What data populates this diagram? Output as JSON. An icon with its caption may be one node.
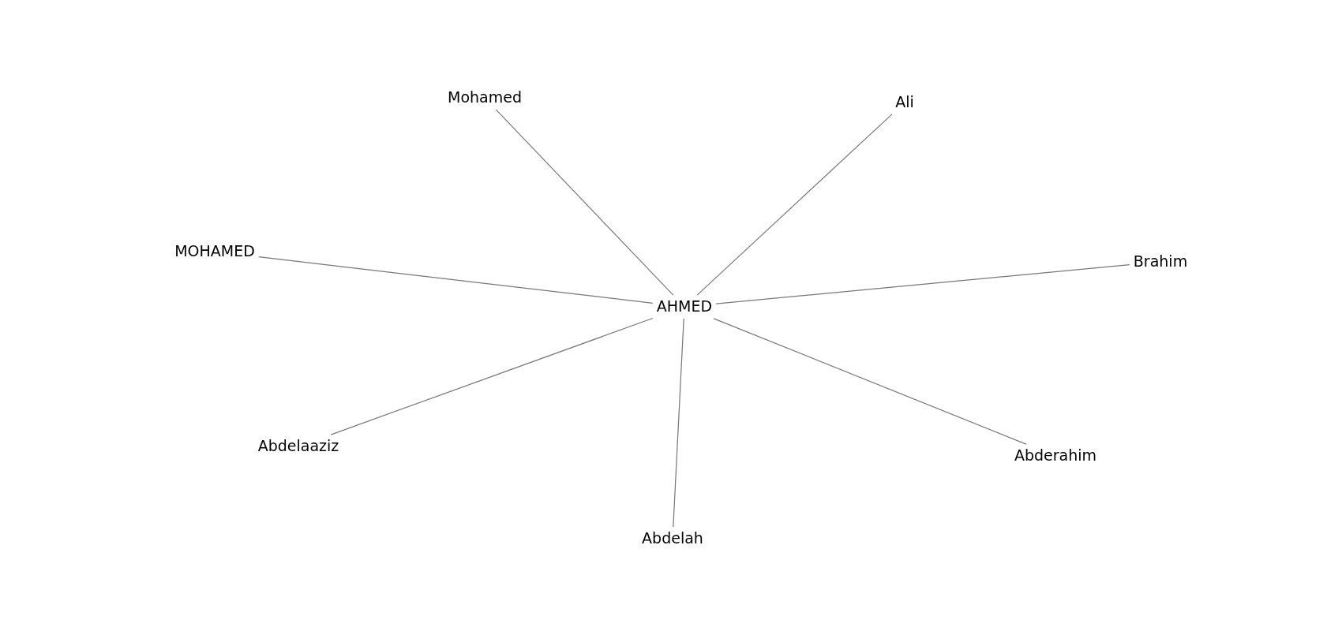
{
  "diagram": {
    "nodes": [
      {
        "text": [
          "Mohamed"
        ]
      },
      {
        "text": [
          "Ali"
        ]
      },
      {
        "text": [
          "MOHAMED"
        ]
      },
      {
        "text": [
          "Brahim"
        ]
      },
      {
        "text": [
          "AHMED"
        ]
      },
      {
        "text": [
          "Abdelaaziz"
        ]
      },
      {
        "text": [
          "Abderahim"
        ]
      },
      {
        "text": [
          "Abdelah"
        ]
      }
    ],
    "edges": [
      {
        "from": 4,
        "to": 0,
        "arrow": "none"
      },
      {
        "from": 4,
        "to": 1,
        "arrow": "none"
      },
      {
        "from": 4,
        "to": 2,
        "arrow": "none"
      },
      {
        "from": 4,
        "to": 3,
        "arrow": "none"
      },
      {
        "from": 4,
        "to": 5,
        "arrow": "none"
      },
      {
        "from": 4,
        "to": 6,
        "arrow": "none"
      },
      {
        "from": 4,
        "to": 7,
        "arrow": "none"
      }
    ]
  }
}
